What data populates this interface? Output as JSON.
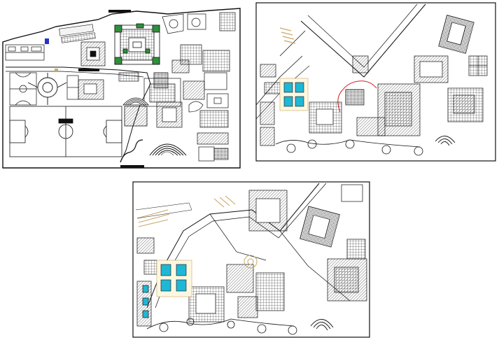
{
  "drawing": {
    "sheets": [
      {
        "id": "sheet-1",
        "description_key": "site-plan-overview"
      },
      {
        "id": "sheet-2",
        "description_key": "site-plan-east"
      },
      {
        "id": "sheet-3",
        "description_key": "site-plan-bottom"
      }
    ],
    "colors": {
      "line": "#111111",
      "paper": "#ffffff",
      "accent_cyan": "#1fb7d6",
      "accent_green": "#2f8f3a",
      "accent_blue": "#2233cc",
      "accent_red": "#d42020",
      "accent_tan": "#c8a86a"
    }
  }
}
